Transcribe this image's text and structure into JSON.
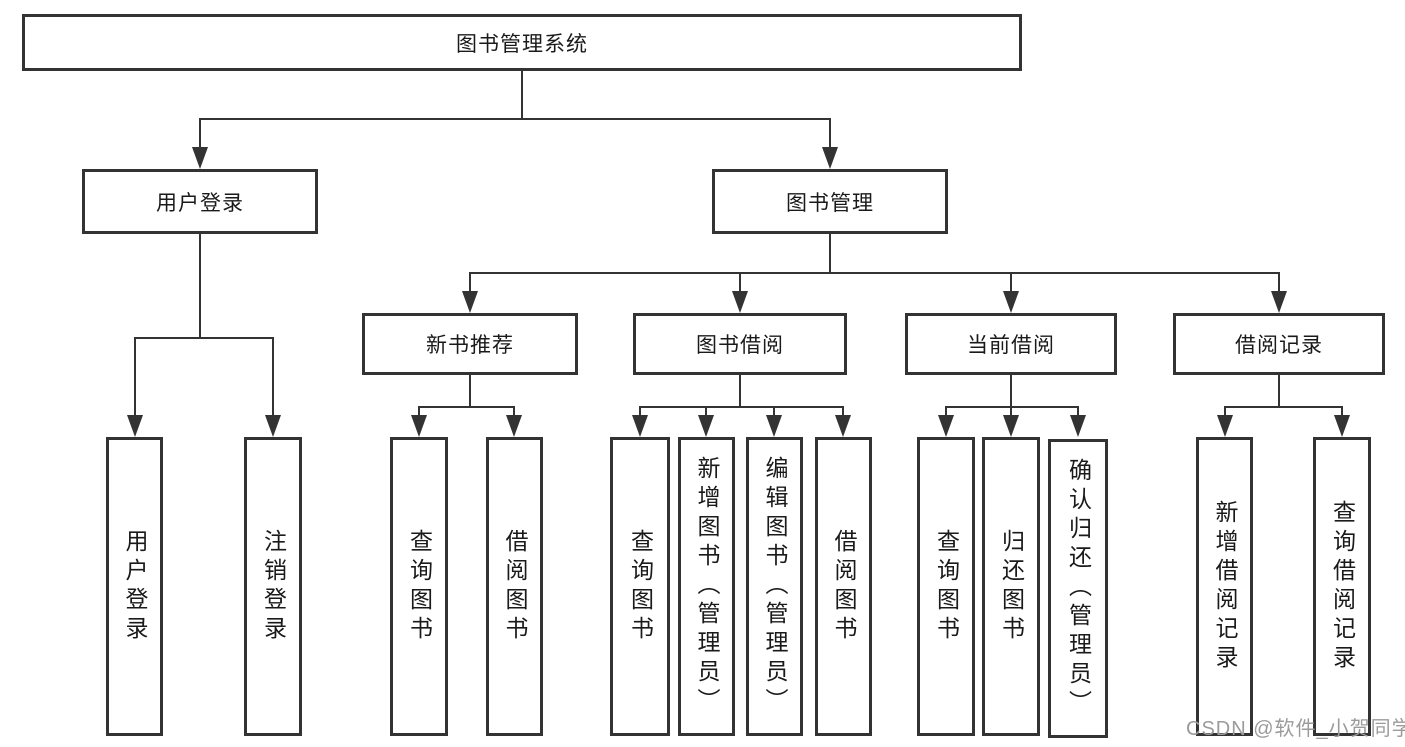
{
  "diagram": {
    "type": "hierarchy-tree",
    "title": "图书管理系统",
    "colors": {
      "line": "#333333",
      "text": "#1a1a1a",
      "background": "#ffffff",
      "watermark": "#9b9b9b"
    },
    "watermark": "CSDN @软件_小贺同学",
    "tree": {
      "label": "图书管理系统",
      "children": [
        {
          "label": "用户登录",
          "children": [
            {
              "label": "用户登录"
            },
            {
              "label": "注销登录"
            }
          ]
        },
        {
          "label": "图书管理",
          "children": [
            {
              "label": "新书推荐",
              "children": [
                {
                  "label": "查询图书"
                },
                {
                  "label": "借阅图书"
                }
              ]
            },
            {
              "label": "图书借阅",
              "children": [
                {
                  "label": "查询图书"
                },
                {
                  "label": "新增图书（管理员）"
                },
                {
                  "label": "编辑图书（管理员）"
                },
                {
                  "label": "借阅图书"
                }
              ]
            },
            {
              "label": "当前借阅",
              "children": [
                {
                  "label": "查询图书"
                },
                {
                  "label": "归还图书"
                },
                {
                  "label": "确认归还（管理员）"
                }
              ]
            },
            {
              "label": "借阅记录",
              "children": [
                {
                  "label": "新增借阅记录"
                },
                {
                  "label": "查询借阅记录"
                }
              ]
            }
          ]
        }
      ]
    }
  }
}
